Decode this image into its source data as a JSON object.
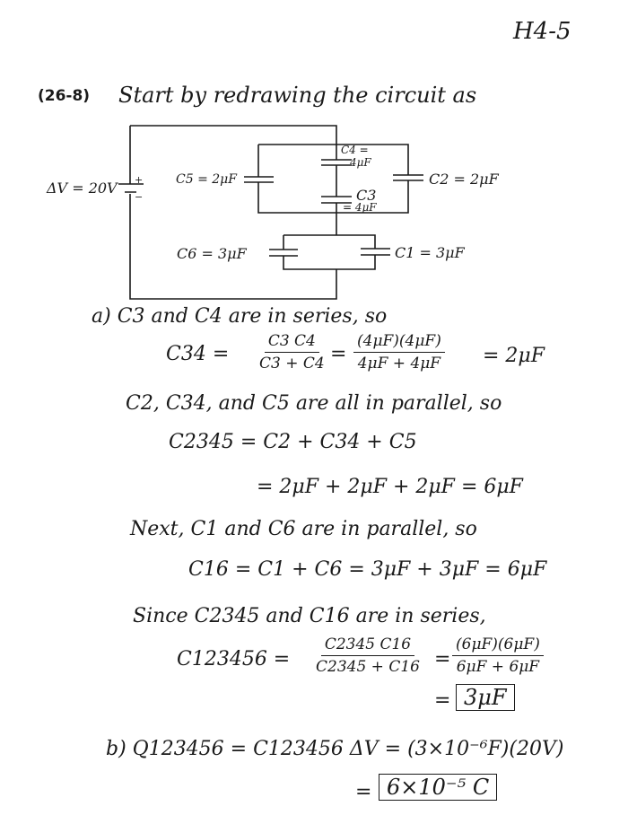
{
  "header": {
    "page_label": "H4-5",
    "problem_number": "(26-8)",
    "intro": "Start by redrawing the circuit as"
  },
  "circuit": {
    "battery": "ΔV = 20V",
    "plus": "+",
    "minus": "−",
    "c5": "C5 = 2μF",
    "c4": "C4 =",
    "c4_val": "4μF",
    "c2": "C2 = 2μF",
    "c3": "C3",
    "c3_val": "= 4μF",
    "c6": "C6 = 3μF",
    "c1": "C1 = 3μF"
  },
  "part_a": {
    "line1": "a) C3 and C4 are in series, so",
    "c34_lhs": "C34 =",
    "c34_num": "C3 C4",
    "c34_den": "C3 + C4",
    "eq": "=",
    "c34_num2": "(4μF)(4μF)",
    "c34_den2": "4μF + 4μF",
    "c34_result": "= 2μF",
    "line2": "C2, C34, and C5 are all in parallel, so",
    "c2345_line1": "C2345 = C2 + C34 + C5",
    "c2345_line2": "= 2μF + 2μF + 2μF = 6μF",
    "line3": "Next, C1 and C6 are in parallel, so",
    "c16_line": "C16 = C1 + C6 = 3μF + 3μF = 6μF",
    "line4": "Since C2345 and C16 are in series,",
    "c123456_lhs": "C123456 =",
    "c_num": "C2345 C16",
    "c_den": "C2345 + C16",
    "c_num2": "(6μF)(6μF)",
    "c_den2": "6μF + 6μF",
    "final_eq": "=",
    "final_answer": "3μF"
  },
  "part_b": {
    "line1": "b) Q123456 = C123456 ΔV = (3×10⁻⁶F)(20V)",
    "eq": "=",
    "answer": "6×10⁻⁵ C"
  }
}
